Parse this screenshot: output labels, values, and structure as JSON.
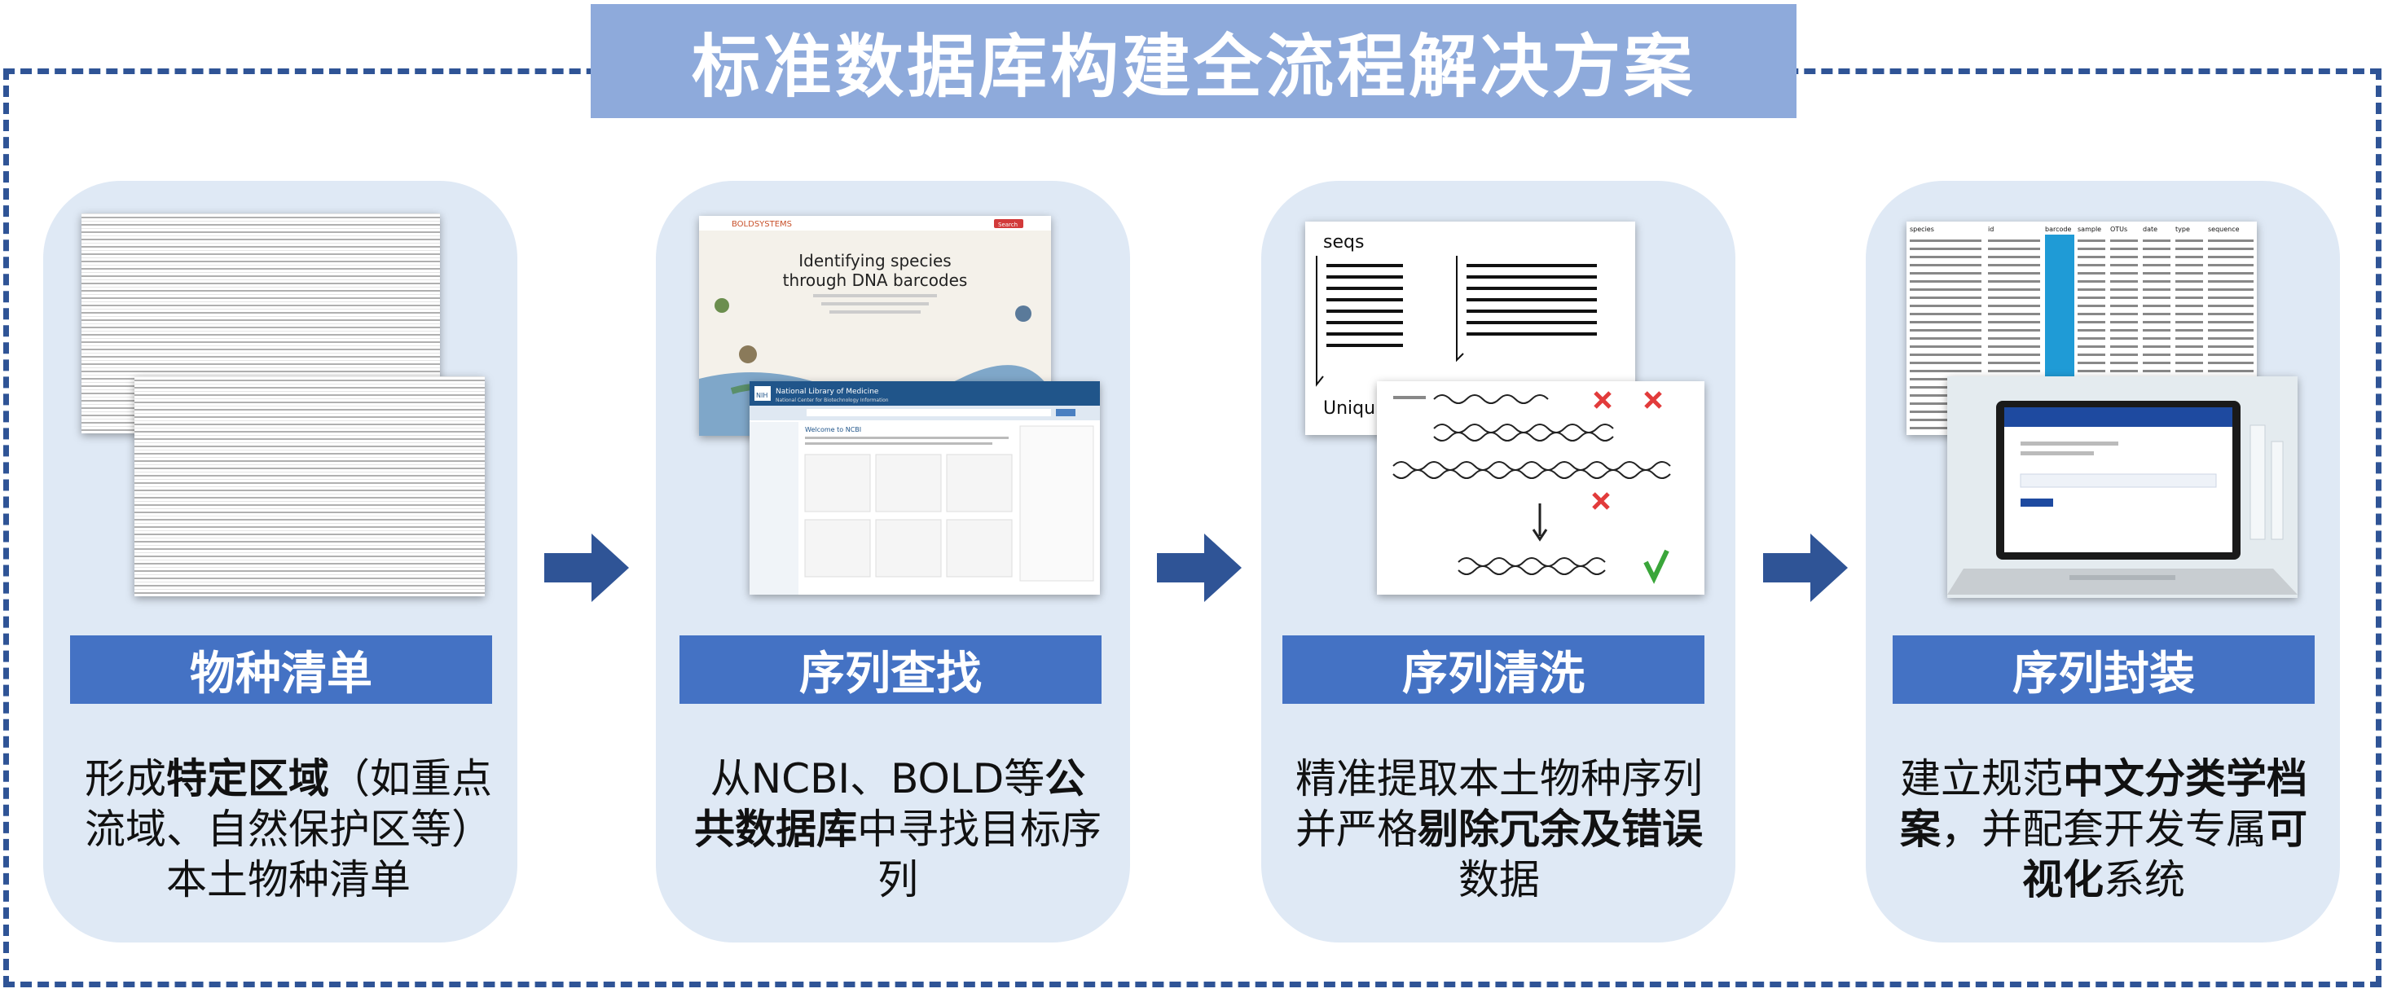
{
  "title": "标准数据库构建全流程解决方案",
  "colors": {
    "frame": "#2f5496",
    "title_bg": "#8eaadb",
    "card_bg": "#dfe9f5",
    "label_bg": "#4472c4",
    "arrow": "#2f5496"
  },
  "steps": [
    {
      "label": "物种清单",
      "desc": [
        {
          "t": "形成"
        },
        {
          "t": "特定区域",
          "b": true
        },
        {
          "t": "（如重点流域、自然保护区等）本土物种清单"
        }
      ]
    },
    {
      "label": "序列查找",
      "desc": [
        {
          "t": "从NCBI、BOLD等"
        },
        {
          "t": "公共数据库",
          "b": true
        },
        {
          "t": "中寻找目标序列"
        }
      ]
    },
    {
      "label": "序列清洗",
      "desc": [
        {
          "t": "精准提取本土物种序列并严格"
        },
        {
          "t": "剔除冗余及错误",
          "b": true
        },
        {
          "t": "数据"
        }
      ]
    },
    {
      "label": "序列封装",
      "desc": [
        {
          "t": "建立规范"
        },
        {
          "t": "中文分类学档案",
          "b": true
        },
        {
          "t": "，并配套开发专属"
        },
        {
          "t": "可视化",
          "b": true
        },
        {
          "t": "系统"
        }
      ]
    }
  ],
  "screens": {
    "bold": {
      "brand": "BOLDSYSTEMS",
      "headline_1": "Identifying species",
      "headline_2": "through DNA barcodes",
      "button": "Search"
    },
    "ncbi": {
      "logo": "NIH",
      "title": "National Library of Medicine",
      "subtitle": "National Center for Biotechnology Information",
      "welcome": "Welcome to NCBI"
    },
    "seqs": {
      "label_1": "seqs",
      "label_2": "Uniqu"
    },
    "table": {
      "headers": [
        "species",
        "id",
        "barcode",
        "sample",
        "OTUs",
        "date",
        "type",
        "sequence"
      ]
    }
  }
}
